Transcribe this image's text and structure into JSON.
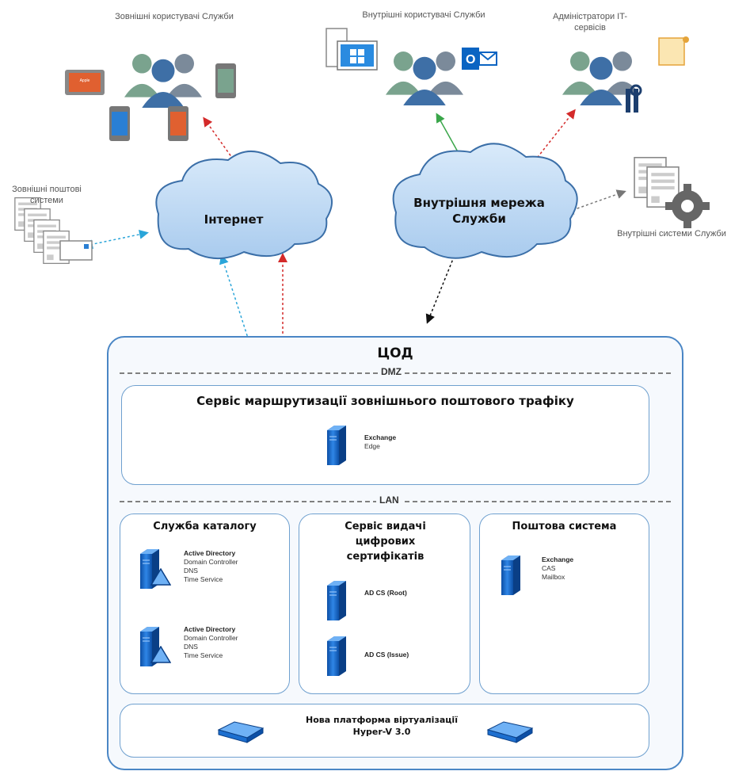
{
  "external_users": {
    "label": "Зовнішні користувачі Служби",
    "app_screen_label": "Apple"
  },
  "internal_users": {
    "label": "Внутрішні користувачі Служби"
  },
  "it_admins": {
    "label": "Адміністратори IT-сервісів"
  },
  "external_mail": {
    "label": "Зовнішні поштові системи"
  },
  "internal_systems": {
    "label": "Внутрішні системи Служби"
  },
  "clouds": {
    "internet": "Інтернет",
    "internal_network": "Внутрішня мережа Служби"
  },
  "datacenter": {
    "title": "ЦОД",
    "dmz_label": "DMZ",
    "lan_label": "LAN",
    "routing": {
      "title": "Сервіс маршрутизації зовнішнього поштового трафіку",
      "server": {
        "name": "Exchange",
        "role": "Edge"
      }
    },
    "directory": {
      "title": "Служба каталогу",
      "dc1": {
        "name": "Active Directory",
        "lines": [
          "Domain Controller",
          "DNS",
          "Time Service"
        ]
      },
      "dc2": {
        "name": "Active Directory",
        "lines": [
          "Domain Controller",
          "DNS",
          "Time Service"
        ]
      }
    },
    "certificates": {
      "title": "Сервіс видачі цифрових сертифікатів",
      "root": "AD CS (Root)",
      "issue": "AD CS (Issue)"
    },
    "mail": {
      "title": "Поштова система",
      "server": {
        "name": "Exchange",
        "lines": [
          "CAS",
          "Mailbox"
        ]
      }
    },
    "virtualization": {
      "title": "Нова платформа віртуалізації",
      "subtitle": "Hyper-V 3.0"
    }
  },
  "colors": {
    "arrow_red": "#d42a2a",
    "arrow_green": "#3aa64a",
    "arrow_blue": "#2aa5d9",
    "arrow_gray": "#777777",
    "arrow_black": "#111111",
    "cloud_fill": "#bcd8f2",
    "cloud_stroke": "#3b6fa8",
    "server_blue": "#1d6fcf"
  }
}
